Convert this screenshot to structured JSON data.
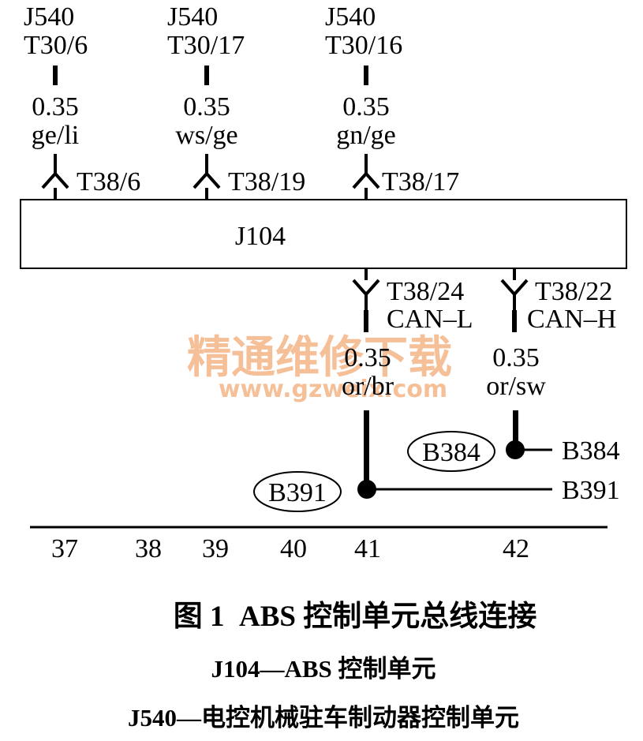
{
  "top_connectors": [
    {
      "module": "J540",
      "pin": "T30/6",
      "gauge": "0.35",
      "color": "ge/li",
      "terminal": "T38/6"
    },
    {
      "module": "J540",
      "pin": "T30/17",
      "gauge": "0.35",
      "color": "ws/ge",
      "terminal": "T38/19"
    },
    {
      "module": "J540",
      "pin": "T30/16",
      "gauge": "0.35",
      "color": "gn/ge",
      "terminal": "T38/17"
    }
  ],
  "control_unit": {
    "label": "J104"
  },
  "bottom_connectors": [
    {
      "terminal": "T38/24",
      "signal": "CAN–L",
      "gauge": "0.35",
      "color": "or/br",
      "junction": "B391",
      "target": "B391"
    },
    {
      "terminal": "T38/22",
      "signal": "CAN–H",
      "gauge": "0.35",
      "color": "or/sw",
      "junction": "B384",
      "target": "B384"
    }
  ],
  "grid_numbers": [
    "37",
    "38",
    "39",
    "40",
    "41",
    "42"
  ],
  "watermark": {
    "cn": "精通维修下载",
    "url": "www.gzweix.com",
    "color": "#f4b487"
  },
  "caption": {
    "title": "图 1  ABS 控制单元总线连接",
    "legend_1": "J104—ABS 控制单元",
    "legend_2": "J540—电控机械驻车制动器控制单元"
  }
}
